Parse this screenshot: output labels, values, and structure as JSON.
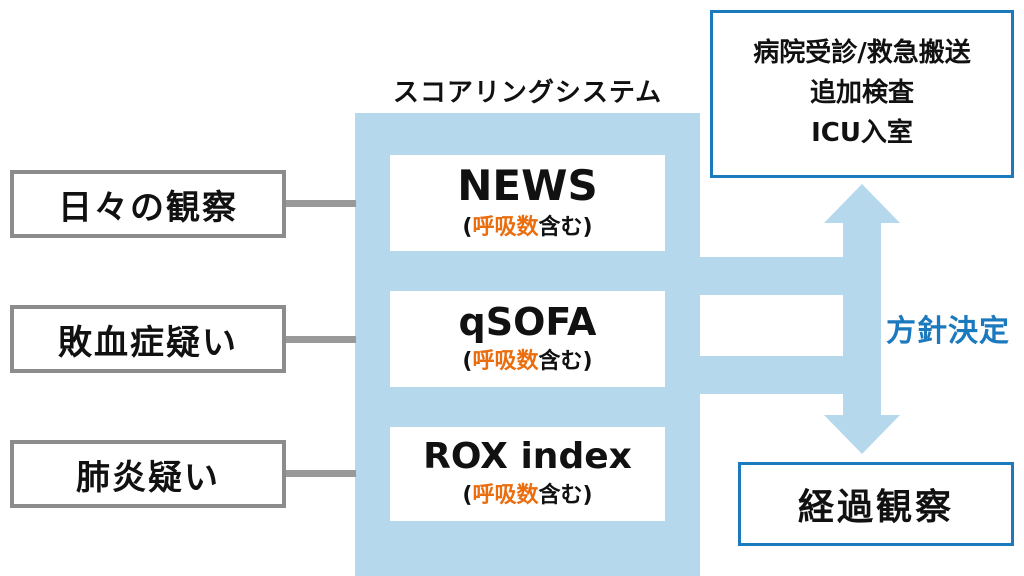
{
  "colors": {
    "panel_blue": "#b5d8ed",
    "accent_blue": "#1b79bd",
    "highlight_orange": "#ea6d0e",
    "box_border_gray": "#8c8c8c"
  },
  "scoring": {
    "title": "スコアリングシステム",
    "items": [
      {
        "name": "NEWS",
        "note_prefix": "(",
        "note_highlight": "呼吸数",
        "note_suffix": "含む)"
      },
      {
        "name": "qSOFA",
        "note_prefix": "(",
        "note_highlight": "呼吸数",
        "note_suffix": "含む)"
      },
      {
        "name": "ROX index",
        "note_prefix": "(",
        "note_highlight": "呼吸数",
        "note_suffix": "含む)"
      }
    ]
  },
  "inputs": [
    {
      "label": "日々の観察"
    },
    {
      "label": "敗血症疑い"
    },
    {
      "label": "肺炎疑い"
    }
  ],
  "decision": {
    "label": "方針決定",
    "escalation": {
      "lines": [
        "病院受診/救急搬送",
        "追加検査",
        "ICU入室"
      ]
    },
    "observation": {
      "label": "経過観察"
    }
  }
}
